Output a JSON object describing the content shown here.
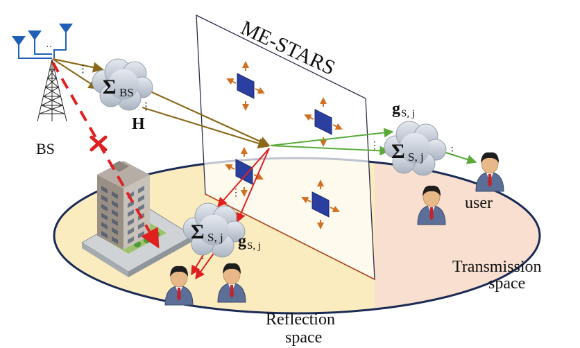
{
  "labels": {
    "surface": "ME-STARS",
    "bs": "BS",
    "user": "user",
    "transmission": [
      "Transmission",
      "space"
    ],
    "reflection": [
      "Reflection",
      "space"
    ]
  },
  "math": {
    "sigma_bs": {
      "main": "Σ",
      "sub": "BS"
    },
    "sigma_sj_transmit": {
      "main": "Σ",
      "sub": "S, j"
    },
    "sigma_sj_reflect": {
      "main": "Σ",
      "sub": "S, j"
    },
    "channel_h": "H",
    "g_transmit": {
      "main": "g",
      "sub": "S, j"
    },
    "g_reflect": {
      "main": "g",
      "sub": "S, j"
    },
    "dots": "⋮"
  },
  "colors": {
    "bs_link": "#8a6a1a",
    "transmit_link": "#5aaa3a",
    "reflect_link": "#e02020",
    "blocked_link": "#e02020",
    "element": "#2a3fa0",
    "arrow": "#d07020",
    "reflection_floor": "#fbecc0",
    "transmission_floor": "#f8dfd0",
    "cloud": "#c8d0dc",
    "antenna": "#1f5fb8"
  }
}
